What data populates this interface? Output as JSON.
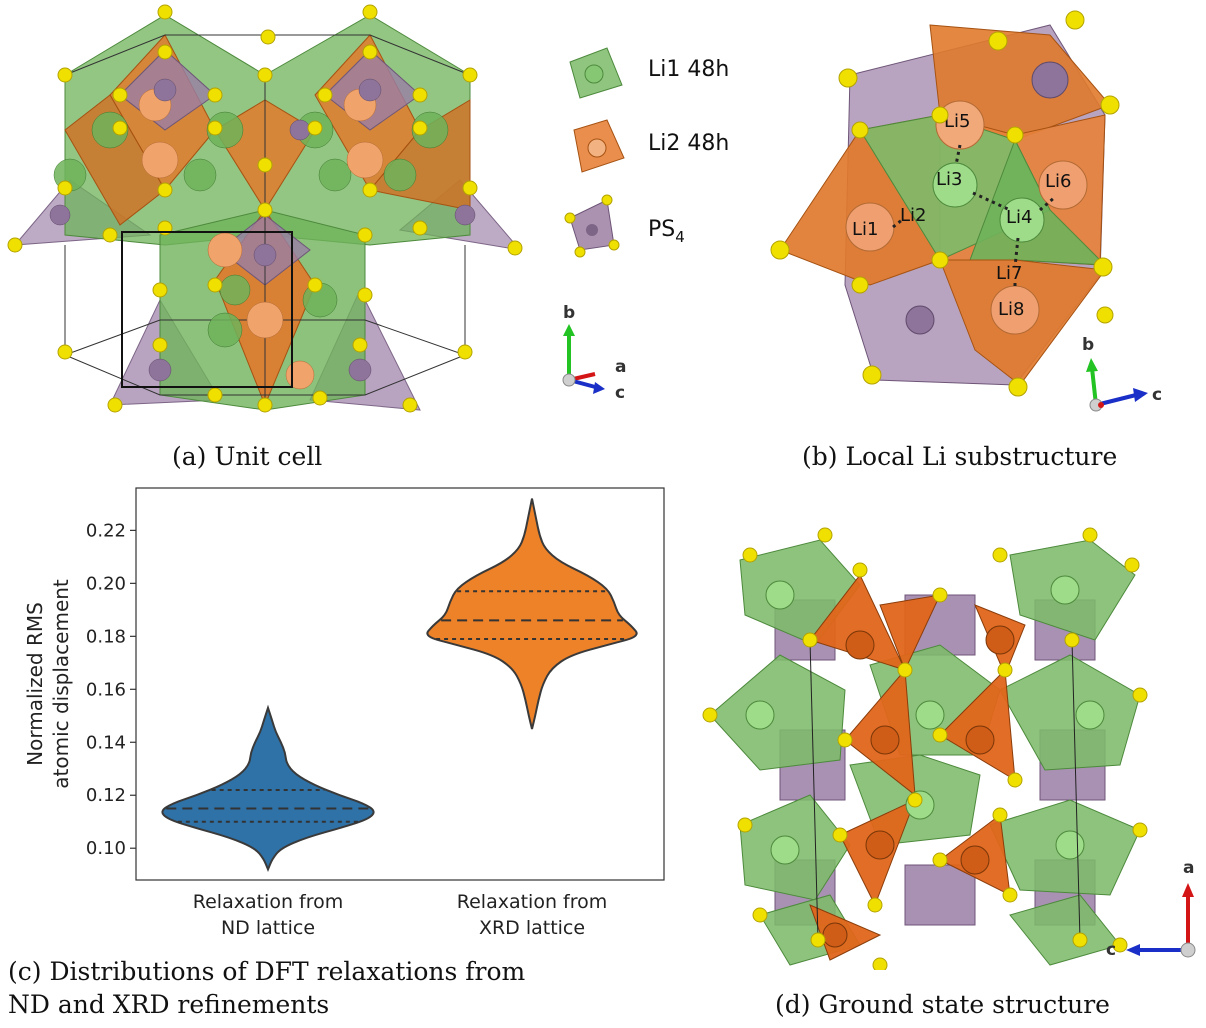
{
  "panels": {
    "a": {
      "caption": "(a) Unit cell"
    },
    "b": {
      "caption": "(b) Local Li substructure",
      "site_labels": [
        "Li1",
        "Li2",
        "Li3",
        "Li4",
        "Li5",
        "Li6",
        "Li7",
        "Li8"
      ]
    },
    "c": {
      "caption_line1": "(c) Distributions of DFT relaxations from",
      "caption_line2": "ND and XRD refinements"
    },
    "d": {
      "caption": "(d) Ground state structure"
    }
  },
  "legend": {
    "items": [
      {
        "label": "Li1 48h",
        "color": "#7dbb6a"
      },
      {
        "label": "Li2 48h",
        "color": "#e8823a"
      },
      {
        "label_main": "PS",
        "label_sub": "4",
        "color": "#9c7fa3"
      }
    ]
  },
  "axes": {
    "a_panel": {
      "b": "b",
      "a": "a",
      "c": "c"
    },
    "b_panel": {
      "b": "b",
      "c": "c"
    },
    "d_panel": {
      "a": "a",
      "c": "c"
    }
  },
  "colors": {
    "green": "#6fb35a",
    "orange": "#e07a2c",
    "purple": "#9a7ea6",
    "sulfur": "#f0e000",
    "violin_nd": "#2e72a8",
    "violin_xrd": "#ee8229"
  },
  "chart_data": {
    "type": "violin",
    "ylabel_line1": "Normalized RMS",
    "ylabel_line2": "atomic displacement",
    "categories_line1": [
      "Relaxation from",
      "Relaxation from"
    ],
    "categories_line2": [
      "ND lattice",
      "XRD lattice"
    ],
    "yticks": [
      "0.10",
      "0.12",
      "0.14",
      "0.16",
      "0.18",
      "0.20",
      "0.22"
    ],
    "ylim": [
      0.088,
      0.236
    ],
    "series": [
      {
        "color": "#2e72a8",
        "min": 0.092,
        "max": 0.153,
        "q1": 0.11,
        "median": 0.115,
        "q3": 0.122,
        "profile": [
          [
            0.092,
            0.0
          ],
          [
            0.096,
            0.04
          ],
          [
            0.1,
            0.12
          ],
          [
            0.104,
            0.35
          ],
          [
            0.108,
            0.7
          ],
          [
            0.111,
            0.93
          ],
          [
            0.114,
            1.0
          ],
          [
            0.117,
            0.88
          ],
          [
            0.12,
            0.66
          ],
          [
            0.124,
            0.42
          ],
          [
            0.128,
            0.25
          ],
          [
            0.132,
            0.17
          ],
          [
            0.136,
            0.16
          ],
          [
            0.14,
            0.12
          ],
          [
            0.144,
            0.07
          ],
          [
            0.148,
            0.04
          ],
          [
            0.153,
            0.0
          ]
        ]
      },
      {
        "color": "#ee8229",
        "min": 0.145,
        "max": 0.232,
        "q1": 0.179,
        "median": 0.186,
        "q3": 0.197,
        "profile": [
          [
            0.145,
            0.0
          ],
          [
            0.15,
            0.03
          ],
          [
            0.156,
            0.06
          ],
          [
            0.162,
            0.1
          ],
          [
            0.168,
            0.18
          ],
          [
            0.173,
            0.36
          ],
          [
            0.177,
            0.72
          ],
          [
            0.18,
            1.0
          ],
          [
            0.184,
            0.92
          ],
          [
            0.188,
            0.8
          ],
          [
            0.193,
            0.76
          ],
          [
            0.198,
            0.7
          ],
          [
            0.203,
            0.52
          ],
          [
            0.208,
            0.26
          ],
          [
            0.213,
            0.12
          ],
          [
            0.218,
            0.07
          ],
          [
            0.224,
            0.04
          ],
          [
            0.232,
            0.0
          ]
        ]
      }
    ]
  }
}
